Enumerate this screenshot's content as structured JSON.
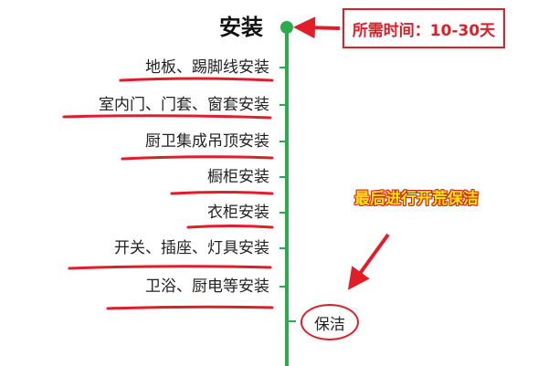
{
  "title": "安装",
  "duration": "所需时间：10-30天",
  "steps": [
    "地板、踢脚线安装",
    "室内门、门套、窗套安装",
    "厨卫集成吊顶安装",
    "橱柜安装",
    "衣柜安装",
    "开关、插座、灯具安装",
    "卫浴、厨电等安装"
  ],
  "final_note": "最后进行开荒保洁",
  "final_step": "保洁",
  "colors": {
    "timeline": "#2eaa4e",
    "annotation": "#e11d2a",
    "note_fill": "#f5e60b"
  }
}
